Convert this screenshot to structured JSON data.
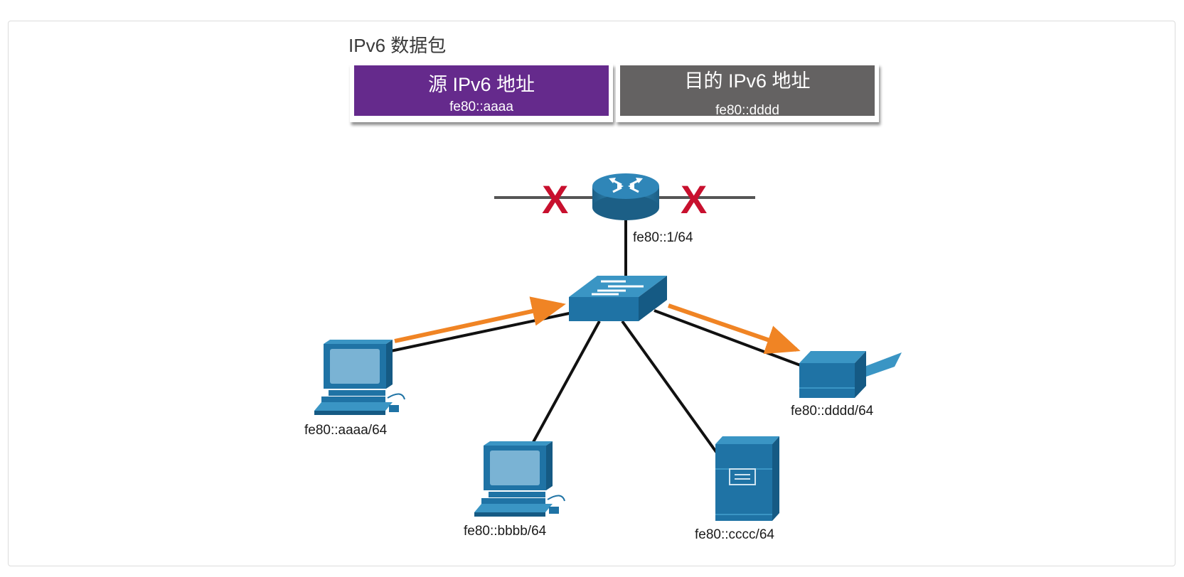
{
  "title": "IPv6 数据包",
  "packet": {
    "source": {
      "header": "源 IPv6 地址",
      "value": "fe80::aaaa"
    },
    "destination": {
      "header": "目的 IPv6 地址",
      "value": "fe80::dddd"
    }
  },
  "router": {
    "label": "fe80::1/64"
  },
  "devices": {
    "pc_a": "fe80::aaaa/64",
    "pc_b": "fe80::bbbb/64",
    "server_c": "fe80::cccc/64",
    "printer_d": "fe80::dddd/64"
  },
  "blocked_marks": [
    "X",
    "X"
  ],
  "colors": {
    "source_fill": "#652a8c",
    "destination_fill": "#646262",
    "device_blue": "#1f73a5",
    "flow_arrow": "#f08424",
    "blocked": "#c8102e"
  }
}
